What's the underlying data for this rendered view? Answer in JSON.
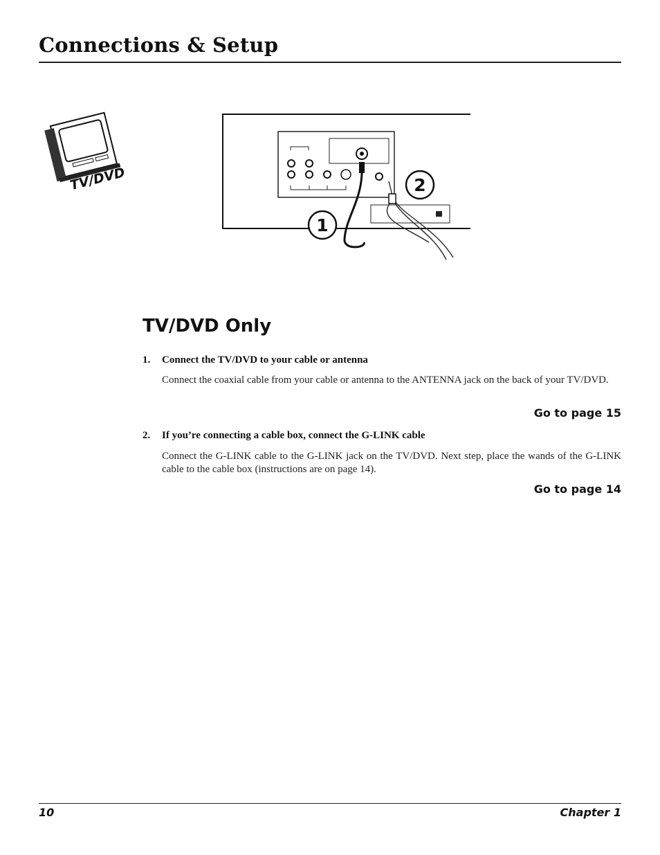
{
  "header": {
    "title": "Connections & Setup"
  },
  "icon": {
    "label": "TV/DVD"
  },
  "diagram": {
    "callouts": [
      "1",
      "2"
    ]
  },
  "section": {
    "heading": "TV/DVD Only"
  },
  "steps": [
    {
      "number": "1.",
      "title": "Connect the TV/DVD to your cable or antenna",
      "body": "Connect the coaxial cable from your cable or antenna to the ANTENNA jack on the back of your TV/DVD.",
      "goto": "Go to page 15"
    },
    {
      "number": "2.",
      "title": "If you’re connecting a cable box, connect the G-LINK cable",
      "body": "Connect the G-LINK cable to the G-LINK jack on the TV/DVD. Next step, place the wands of the G-LINK cable to the cable box (instructions are on page 14).",
      "goto": "Go to page 14"
    }
  ],
  "footer": {
    "page_number": "10",
    "chapter": "Chapter 1"
  }
}
